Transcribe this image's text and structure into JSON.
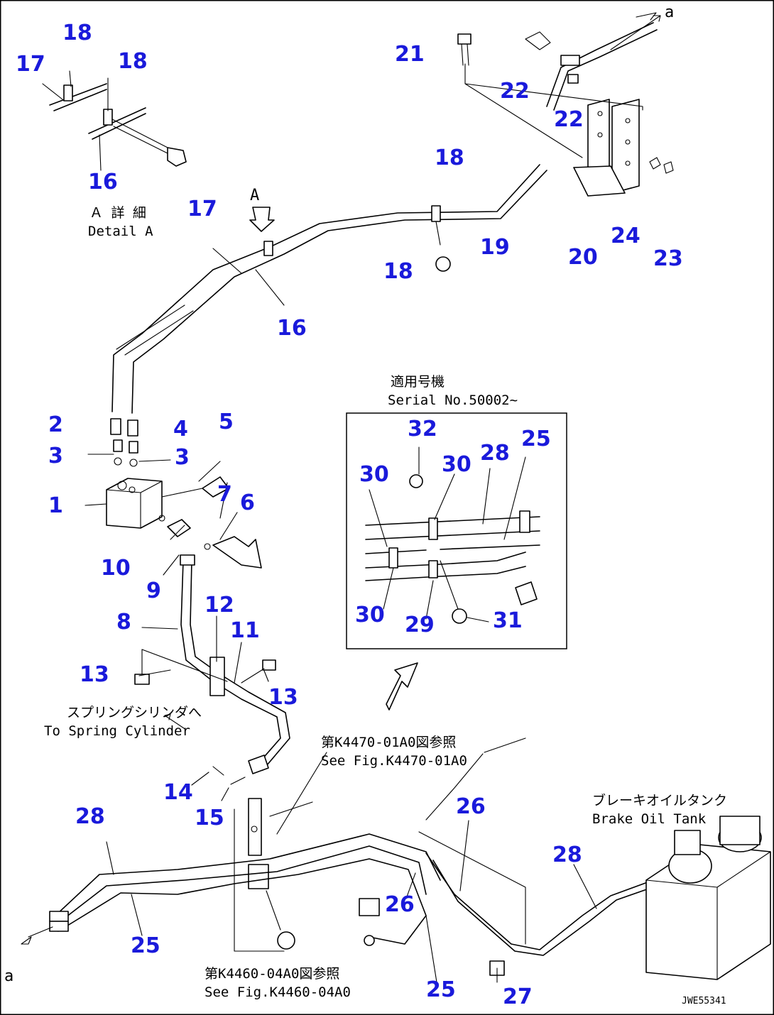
{
  "notes": {
    "detail_a_jp": "Ａ 詳 細",
    "detail_a_en": "Detail A",
    "view_a_marker": "A",
    "serial_jp": "適用号機",
    "serial_en": "Serial No.50002~",
    "spring_jp": "スプリングシリンダへ",
    "spring_en": "To Spring Cylinder",
    "see_fig1_jp": "第K4470-01A0図参照",
    "see_fig1_en": "See Fig.K4470-01A0",
    "brake_tank_jp": "ブレーキオイルタンク",
    "brake_tank_en": "Brake Oil Tank",
    "see_fig2_jp": "第K4460-04A0図参照",
    "see_fig2_en": "See Fig.K4460-04A0",
    "ref_a_top": "a",
    "ref_a_bottom": "a",
    "drawing_code": "JWE55341"
  },
  "callouts": {
    "c1": "1",
    "c2": "2",
    "c3a": "3",
    "c3b": "3",
    "c4": "4",
    "c5": "5",
    "c6": "6",
    "c7": "7",
    "c8": "8",
    "c9": "9",
    "c10": "10",
    "c11": "11",
    "c12": "12",
    "c13a": "13",
    "c13b": "13",
    "c14": "14",
    "c15": "15",
    "c16a": "16",
    "c16b": "16",
    "c17a": "17",
    "c17b": "17",
    "c18a": "18",
    "c18b": "18",
    "c18c": "18",
    "c18d": "18",
    "c19": "19",
    "c20": "20",
    "c21": "21",
    "c22a": "22",
    "c22b": "22",
    "c23": "23",
    "c24": "24",
    "c25a": "25",
    "c25b": "25",
    "c25c": "25",
    "c26a": "26",
    "c26b": "26",
    "c27": "27",
    "c28a": "28",
    "c28b": "28",
    "c28c": "28",
    "c29": "29",
    "c30a": "30",
    "c30b": "30",
    "c30c": "30",
    "c31": "31",
    "c32": "32"
  },
  "colors": {
    "callout": "#1a1adb",
    "line": "#000000"
  }
}
